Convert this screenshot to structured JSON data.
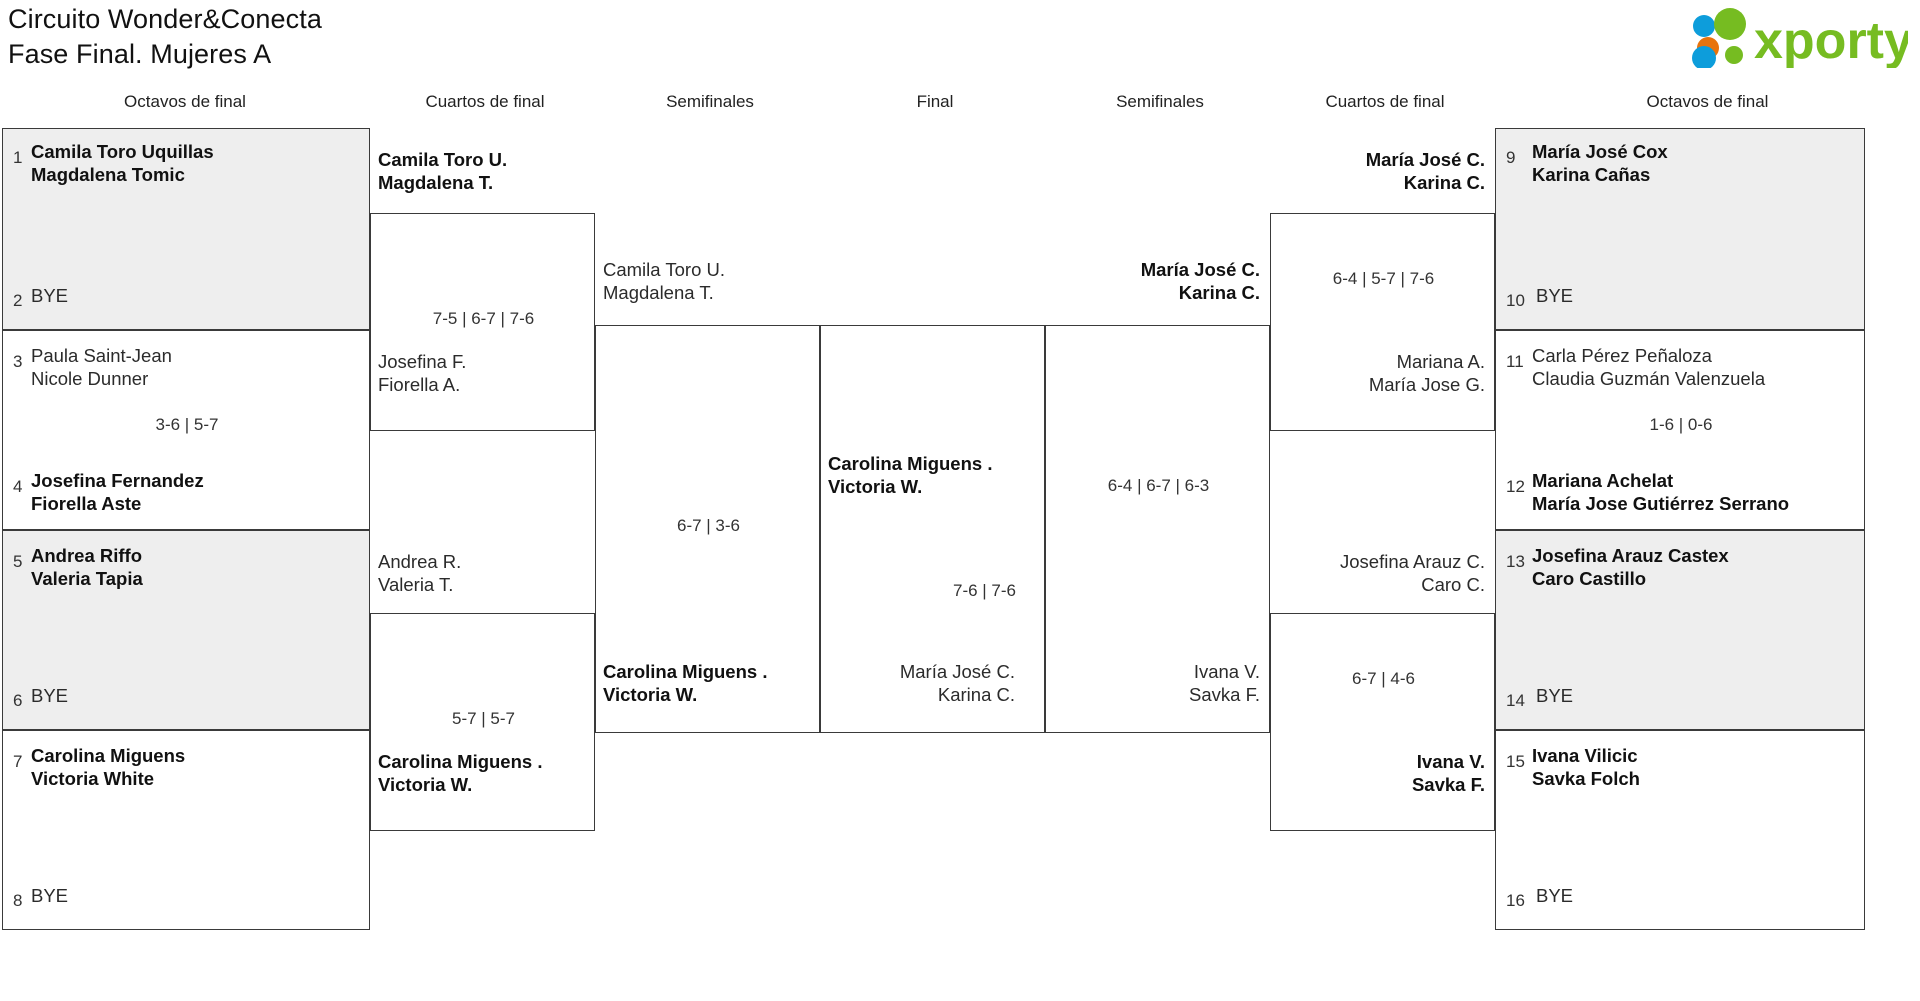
{
  "header": {
    "title_line1": "Circuito Wonder&Conecta",
    "title_line2": "Fase Final. Mujeres A",
    "logo_text": "xporty",
    "logo_colors": {
      "green": "#76bc21",
      "orange": "#e8730c",
      "blue": "#0d9ddb"
    }
  },
  "round_headers": {
    "left_r16": "Octavos de final",
    "left_qf": "Cuartos de final",
    "left_sf": "Semifinales",
    "final": "Final",
    "right_sf": "Semifinales",
    "right_qf": "Cuartos de final",
    "right_r16": "Octavos de final"
  },
  "bracket": {
    "left_r16": [
      {
        "seed": "1",
        "p1": "Camila Toro Uquillas",
        "p2": "Magdalena Tomic",
        "winner": true,
        "shaded": true
      },
      {
        "seed": "2",
        "p1": "BYE",
        "p2": "",
        "winner": false,
        "shaded": true
      },
      {
        "seed": "3",
        "p1": "Paula Saint-Jean",
        "p2": "Nicole Dunner",
        "winner": false,
        "shaded": false
      },
      {
        "seed": "4",
        "p1": "Josefina Fernandez",
        "p2": "Fiorella Aste",
        "winner": true,
        "shaded": false
      },
      {
        "seed": "5",
        "p1": "Andrea Riffo",
        "p2": "Valeria Tapia",
        "winner": true,
        "shaded": true
      },
      {
        "seed": "6",
        "p1": "BYE",
        "p2": "",
        "winner": false,
        "shaded": true
      },
      {
        "seed": "7",
        "p1": "Carolina Miguens",
        "p2": "Victoria White",
        "winner": true,
        "shaded": false
      },
      {
        "seed": "8",
        "p1": "BYE",
        "p2": "",
        "winner": false,
        "shaded": false
      }
    ],
    "right_r16": [
      {
        "seed": "9",
        "p1": "María José Cox",
        "p2": "Karina Cañas",
        "winner": true,
        "shaded": true
      },
      {
        "seed": "10",
        "p1": "BYE",
        "p2": "",
        "winner": false,
        "shaded": true
      },
      {
        "seed": "11",
        "p1": "Carla Pérez Peñaloza",
        "p2": "Claudia Guzmán Valenzuela",
        "winner": false,
        "shaded": false
      },
      {
        "seed": "12",
        "p1": "Mariana Achelat",
        "p2": "María Jose Gutiérrez Serrano",
        "winner": true,
        "shaded": false
      },
      {
        "seed": "13",
        "p1": "Josefina Arauz Castex",
        "p2": "Caro Castillo",
        "winner": true,
        "shaded": true
      },
      {
        "seed": "14",
        "p1": "BYE",
        "p2": "",
        "winner": false,
        "shaded": true
      },
      {
        "seed": "15",
        "p1": "Ivana Vilicic",
        "p2": "Savka Folch",
        "winner": true,
        "shaded": false
      },
      {
        "seed": "16",
        "p1": "BYE",
        "p2": "",
        "winner": false,
        "shaded": false
      }
    ],
    "left_r16_scores": [
      "",
      "3-6 | 5-7",
      "",
      ""
    ],
    "right_r16_scores": [
      "",
      "1-6 | 0-6",
      "",
      ""
    ],
    "left_qf": [
      {
        "p1": "Camila Toro U.",
        "p2": "Magdalena T.",
        "winner": true
      },
      {
        "p1": "Josefina F.",
        "p2": "Fiorella A.",
        "winner": false
      },
      {
        "p1": "Andrea R.",
        "p2": "Valeria T.",
        "winner": false
      },
      {
        "p1": "Carolina Miguens .",
        "p2": "Victoria W.",
        "winner": true
      }
    ],
    "left_qf_scores": [
      "7-5 | 6-7 | 7-6",
      "5-7 | 5-7"
    ],
    "right_qf": [
      {
        "p1": "María José C.",
        "p2": "Karina C.",
        "winner": true
      },
      {
        "p1": "Mariana A.",
        "p2": "María Jose G.",
        "winner": false
      },
      {
        "p1": "Josefina Arauz C.",
        "p2": "Caro C.",
        "winner": false
      },
      {
        "p1": "Ivana V.",
        "p2": "Savka F.",
        "winner": true
      }
    ],
    "right_qf_scores": [
      "6-4 | 5-7 | 7-6",
      "6-7 | 4-6"
    ],
    "left_sf": [
      {
        "p1": "Camila Toro U.",
        "p2": "Magdalena T.",
        "winner": false
      },
      {
        "p1": "Carolina Miguens .",
        "p2": "Victoria W.",
        "winner": true
      }
    ],
    "left_sf_score": "6-7 | 3-6",
    "right_sf": [
      {
        "p1": "María José C.",
        "p2": "Karina C.",
        "winner": true
      },
      {
        "p1": "Ivana V.",
        "p2": "Savka F.",
        "winner": false
      }
    ],
    "right_sf_score": "6-4 | 6-7 | 6-3",
    "final": [
      {
        "p1": "Carolina Miguens .",
        "p2": "Victoria W.",
        "winner": true
      },
      {
        "p1": "María José C.",
        "p2": "Karina C.",
        "winner": false
      }
    ],
    "final_score": "7-6 | 7-6"
  }
}
